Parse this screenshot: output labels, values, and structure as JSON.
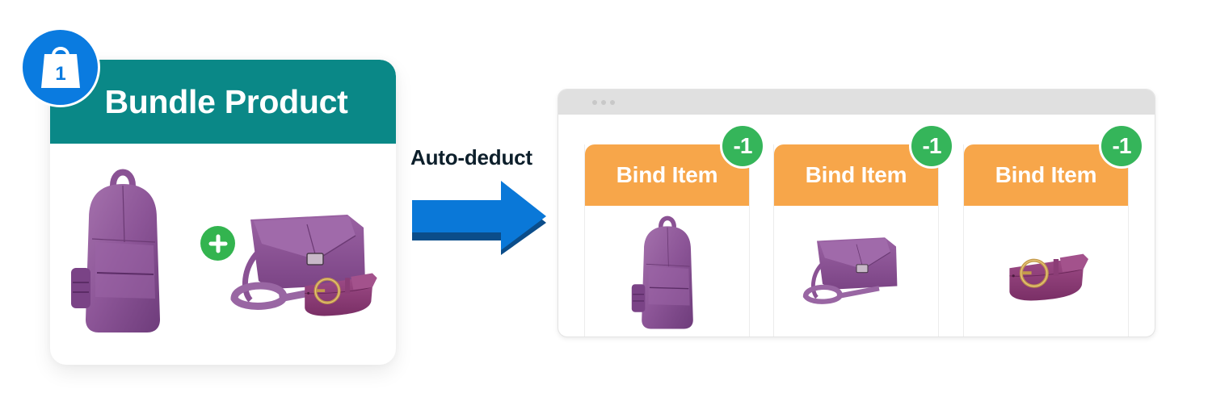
{
  "bundle": {
    "title": "Bundle Product",
    "badge_number": "1",
    "badge_icon": "shopping-bag-icon",
    "items": [
      "backpack",
      "crossbody-bag",
      "belt"
    ],
    "plus_icon": "plus-icon"
  },
  "connector": {
    "label": "Auto-deduct",
    "icon": "arrow-right-icon"
  },
  "browser": {
    "window_dots": 3,
    "bind_items": [
      {
        "label": "Bind Item",
        "deduct": "-1",
        "product": "backpack"
      },
      {
        "label": "Bind Item",
        "deduct": "-1",
        "product": "crossbody-bag"
      },
      {
        "label": "Bind Item",
        "deduct": "-1",
        "product": "belt"
      }
    ]
  },
  "colors": {
    "bundle_header": "#0a8887",
    "badge_blue": "#0a7be0",
    "bind_orange": "#f7a64a",
    "deduct_green": "#35b55a",
    "arrow_blue": "#0a78d8",
    "arrow_shadow": "#0b4d8a",
    "product_purple": "#8b4f95"
  }
}
